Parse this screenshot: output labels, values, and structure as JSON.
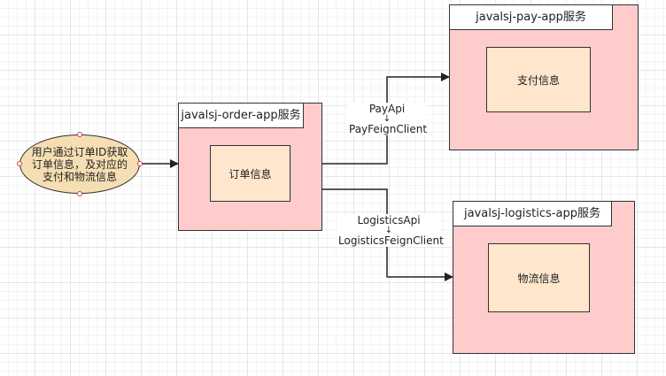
{
  "user_request": {
    "text": "用户通过订单ID获取订单信息，及对应的支付和物流信息"
  },
  "order_service": {
    "title": "javalsj-order-app服务",
    "info": "订单信息"
  },
  "pay_service": {
    "title": "javalsj-pay-app服务",
    "info": "支付信息"
  },
  "logistics_service": {
    "title": "javalsj-logistics-app服务",
    "info": "物流信息"
  },
  "pay_edge": {
    "api": "PayApi",
    "arrow": "↓",
    "client": "PayFeignClient"
  },
  "logistics_edge": {
    "api": "LogisticsApi",
    "arrow": "↓",
    "client": "LogisticsFeignClient"
  },
  "colors": {
    "service_fill": "#ffcccc",
    "info_fill": "#ffe6cc",
    "user_fill": "#f5deb3",
    "stroke": "#333333"
  }
}
